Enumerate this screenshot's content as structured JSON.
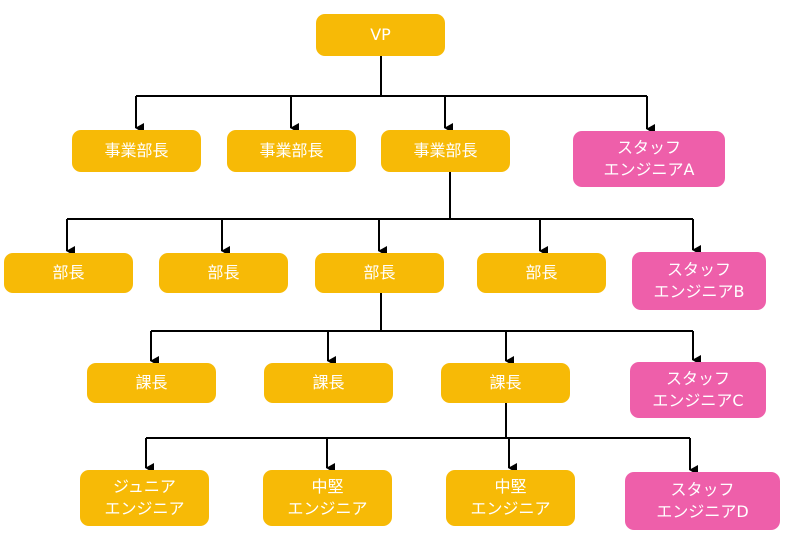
{
  "org_chart": {
    "vp": {
      "label": "VP"
    },
    "directors": [
      {
        "label": "事業部長"
      },
      {
        "label": "事業部長"
      },
      {
        "label": "事業部長"
      }
    ],
    "staff_a": {
      "line1": "スタッフ",
      "line2": "エンジニアA"
    },
    "managers": [
      {
        "label": "部長"
      },
      {
        "label": "部長"
      },
      {
        "label": "部長"
      },
      {
        "label": "部長"
      }
    ],
    "staff_b": {
      "line1": "スタッフ",
      "line2": "エンジニアB"
    },
    "section_chiefs": [
      {
        "label": "課長"
      },
      {
        "label": "課長"
      },
      {
        "label": "課長"
      }
    ],
    "staff_c": {
      "line1": "スタッフ",
      "line2": "エンジニアC"
    },
    "engineers": [
      {
        "line1": "ジュニア",
        "line2": "エンジニア"
      },
      {
        "line1": "中堅",
        "line2": "エンジニア"
      },
      {
        "line1": "中堅",
        "line2": "エンジニア"
      }
    ],
    "staff_d": {
      "line1": "スタッフ",
      "line2": "エンジニアD"
    }
  },
  "colors": {
    "manager_box": "#F7BA06",
    "staff_box": "#EE5FAA",
    "connector": "#000000",
    "text": "#FFFFFF"
  }
}
